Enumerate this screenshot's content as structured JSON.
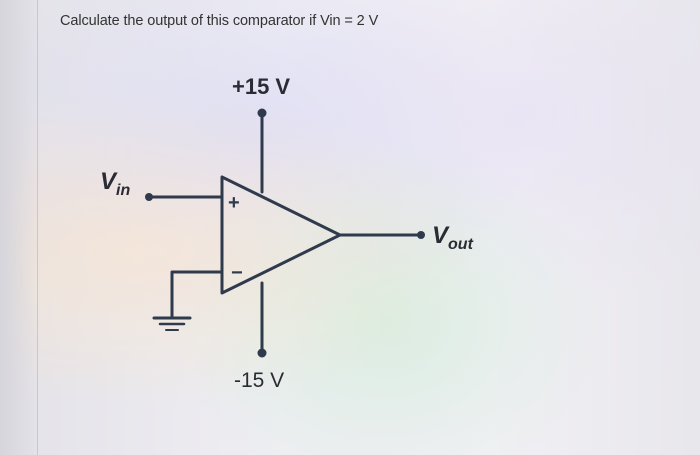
{
  "question": "Calculate the output of this comparator if Vin = 2 V",
  "diagram": {
    "positive_supply": "+15 V",
    "negative_supply": "-15 V",
    "input_label": "V",
    "input_subscript": "in",
    "output_label": "V",
    "output_subscript": "out",
    "non_inverting_symbol": "+",
    "inverting_symbol": "−"
  },
  "colors": {
    "wire": "#2f3a4c",
    "text": "#2b2b33"
  }
}
